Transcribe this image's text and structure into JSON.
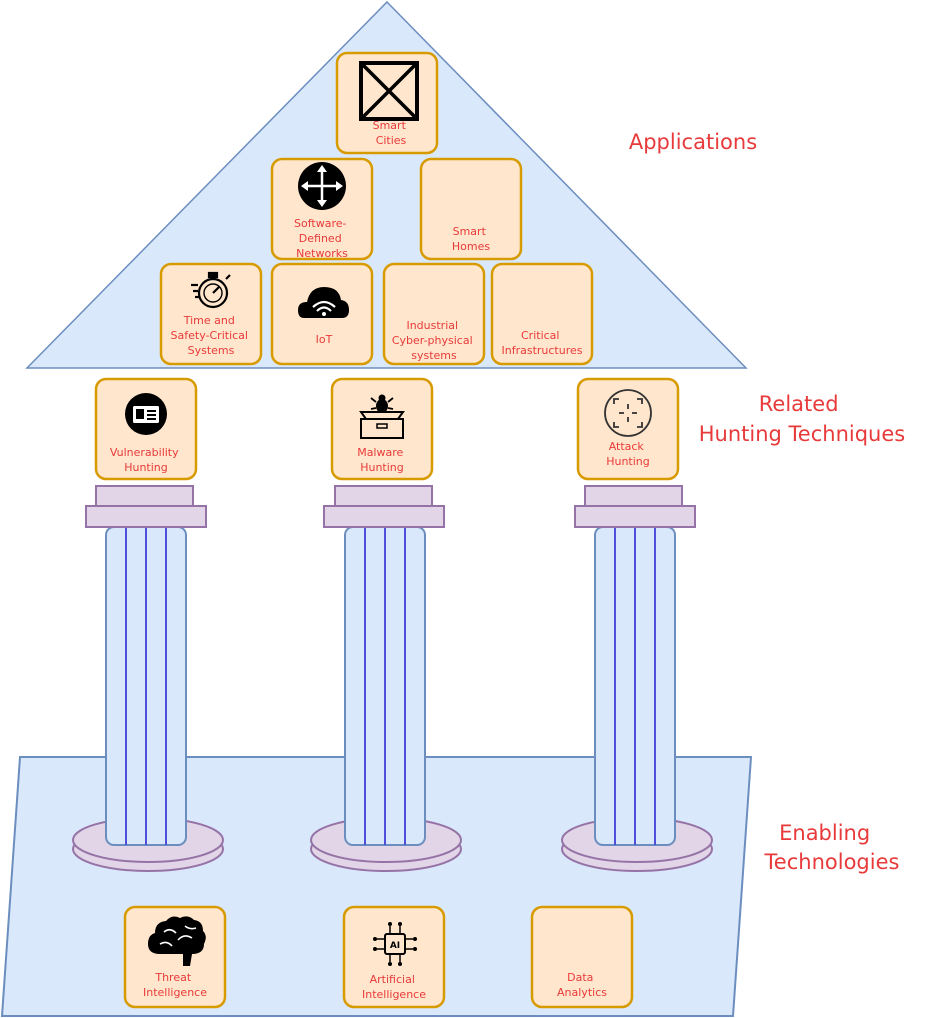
{
  "sections": {
    "applications": "Applications",
    "hunting_line1": "Related",
    "hunting_line2": "Hunting Techniques",
    "enabling_line1": "Enabling",
    "enabling_line2": "Technologies"
  },
  "applications": {
    "smart_cities": [
      "Smart",
      "Cities"
    ],
    "sdn": [
      "Software-",
      "Defined",
      "Networks"
    ],
    "smart_homes": [
      "Smart",
      "Homes"
    ],
    "time_safety": [
      "Time and",
      "Safety-Critical",
      "Systems"
    ],
    "iot": [
      "IoT"
    ],
    "industrial": [
      "Industrial",
      "Cyber-physical",
      "systems"
    ],
    "critical": [
      "Critical",
      "Infrastructures"
    ]
  },
  "hunting": {
    "vulnerability": [
      "Vulnerability",
      "Hunting"
    ],
    "malware": [
      "Malware",
      "Hunting"
    ],
    "attack": [
      "Attack",
      "Hunting"
    ]
  },
  "enabling": {
    "threat": [
      "Threat",
      "Intelligence"
    ],
    "ai": [
      "Artificial",
      "Intelligence"
    ],
    "data": [
      "Data",
      "Analytics"
    ]
  },
  "icons": {
    "smart_cities": "crossed-box-icon",
    "sdn": "four-arrows-icon",
    "time_safety": "stopwatch-icon",
    "iot": "wifi-cloud-icon",
    "vulnerability": "id-card-icon",
    "malware": "bug-box-icon",
    "attack": "target-icon",
    "threat": "brain-icon",
    "ai": "ai-chip-icon"
  },
  "colors": {
    "label": "#e83a3a",
    "box_fill": "#ffe6cc",
    "box_stroke": "#d79b00",
    "structure_fill": "#dae8fc",
    "structure_stroke": "#6c8ebf",
    "pillar_cap": "#e1d5e7",
    "pillar_cap_stroke": "#9673a6"
  }
}
